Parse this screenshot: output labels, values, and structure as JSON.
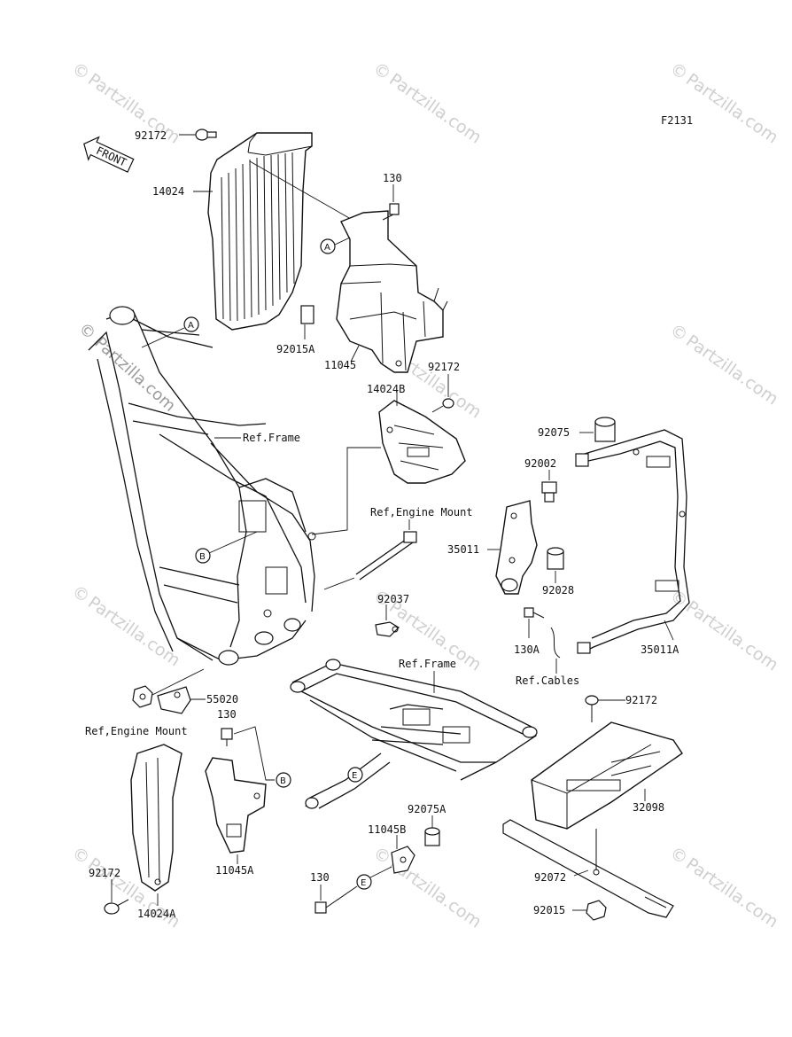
{
  "figure_code": "F2131",
  "front_arrow_label": "FRONT",
  "watermark_text": "Partzilla.com",
  "watermark_symbol": "©",
  "reference_letters": {
    "a": "A",
    "b": "B",
    "e": "E"
  },
  "callouts": {
    "p92172_top": "92172",
    "p14024": "14024",
    "p130_top": "130",
    "p92015A": "92015A",
    "p11045": "11045",
    "p92172_mid": "92172",
    "p14024B": "14024B",
    "ref_frame_top": "Ref.Frame",
    "p92075": "92075",
    "p92002": "92002",
    "ref_engine_mount_top": "Ref,Engine Mount",
    "p35011": "35011",
    "p92028": "92028",
    "p92037": "92037",
    "p130A": "130A",
    "p35011A": "35011A",
    "ref_cables": "Ref.Cables",
    "ref_frame_mid": "Ref.Frame",
    "p55020": "55020",
    "p130_left": "130",
    "ref_engine_mount_left": "Ref,Engine Mount",
    "p92172_right": "92172",
    "p32098": "32098",
    "p92075A": "92075A",
    "p11045B": "11045B",
    "p11045A": "11045A",
    "p130_bottom": "130",
    "p92172_bottom": "92172",
    "p14024A": "14024A",
    "p92072": "92072",
    "p92015": "92015"
  }
}
